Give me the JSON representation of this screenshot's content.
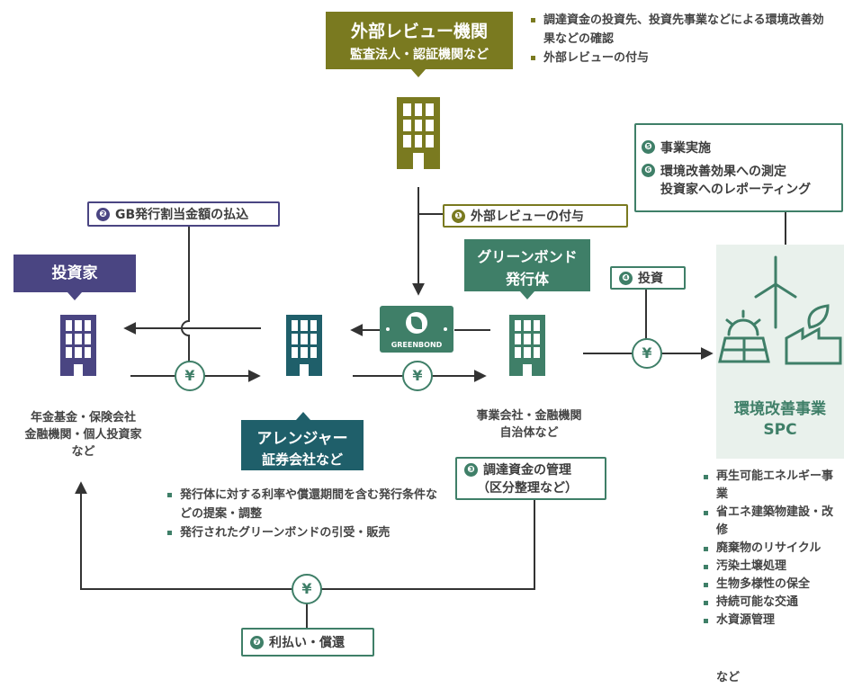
{
  "colors": {
    "green": "#3f7f68",
    "olive": "#7a7a20",
    "purple": "#4a4582",
    "teal": "#1f5f6a",
    "spc_bg": "#e9f1ec"
  },
  "external_review": {
    "title": "外部レビュー機関",
    "subtitle": "監査法人・認証機関など",
    "bullets": [
      "調達資金の投資先、投資先事業などによる環境改善効果などの確認",
      "外部レビューの付与"
    ]
  },
  "steps": {
    "s1": {
      "num": "❶",
      "label": "外部レビューの付与"
    },
    "s2": {
      "num": "❷",
      "label": "GB発行割当金額の払込"
    },
    "s3": {
      "num": "❸",
      "label": "調達資金の管理",
      "label2": "（区分整理など）"
    },
    "s4": {
      "num": "❹",
      "label": "投資"
    },
    "s5": {
      "num": "❺",
      "label": "事業実施"
    },
    "s6": {
      "num": "❻",
      "label": "環境改善効果への測定",
      "label2": "投資家へのレポーティング"
    },
    "s7": {
      "num": "❼",
      "label": "利払い・償還"
    }
  },
  "investor": {
    "title": "投資家",
    "desc": [
      "年金基金・保険会社",
      "金融機関・個人投資家",
      "など"
    ]
  },
  "arranger": {
    "title": "アレンジャー",
    "subtitle": "証券会社など",
    "bullets": [
      "発行体に対する利率や償還期間を含む発行条件などの提案・調整",
      "発行されたグリーンボンドの引受・販売"
    ]
  },
  "issuer": {
    "title": "グリーンボンド",
    "title2": "発行体",
    "desc": [
      "事業会社・金融機関",
      "自治体など"
    ]
  },
  "greenbond_label": "GREENBOND",
  "yen": "¥",
  "spc": {
    "title": "環境改善事業",
    "subtitle": "SPC",
    "bullets": [
      "再生可能エネルギー事業",
      "省エネ建築物建設・改修",
      "廃棄物のリサイクル",
      "汚染土壌処理",
      "生物多様性の保全",
      "持続可能な交通",
      "水資源管理"
    ],
    "footer": "など"
  }
}
